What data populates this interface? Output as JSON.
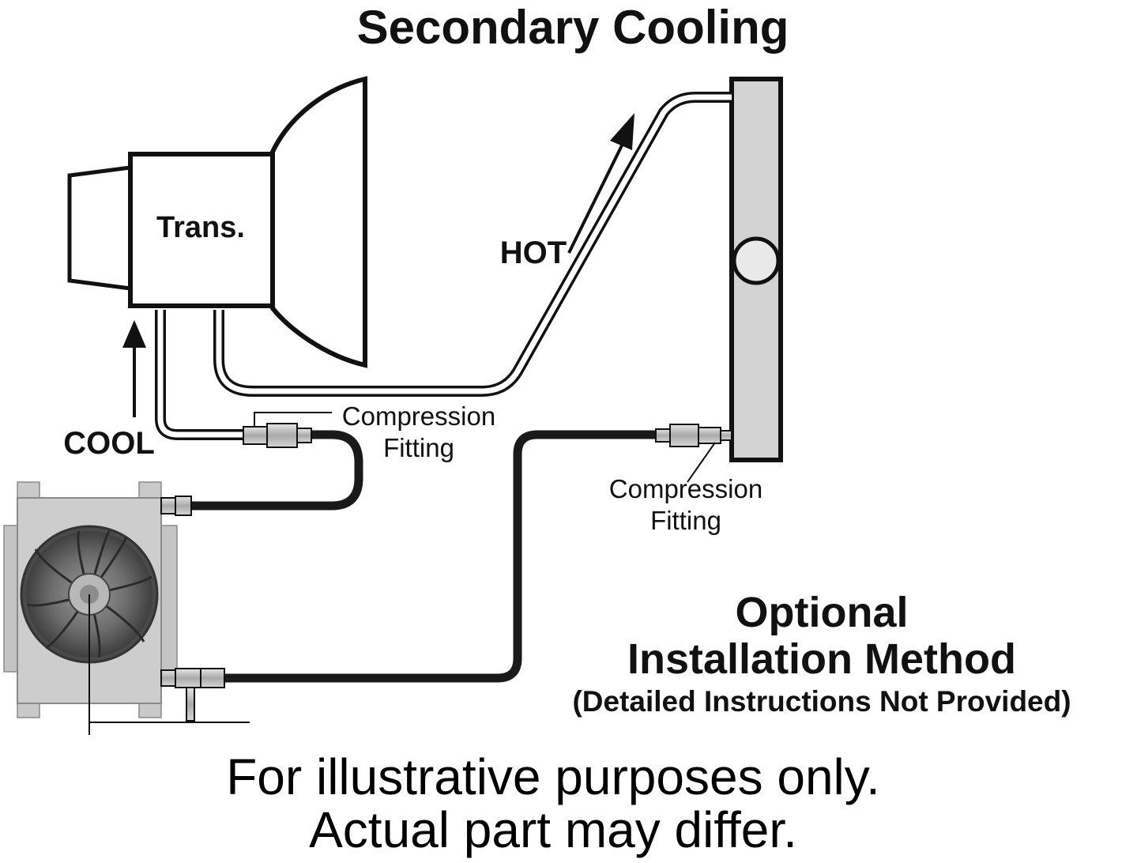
{
  "title": "Secondary Cooling",
  "labels": {
    "transmission": "Trans.",
    "hot": "HOT",
    "cool": "COOL",
    "fitting_top_line1": "Compression",
    "fitting_top_line2": "Fitting",
    "fitting_right_line1": "Compression",
    "fitting_right_line2": "Fitting"
  },
  "optional": {
    "line1": "Optional",
    "line2": "Installation Method",
    "line3": "(Detailed Instructions Not Provided)"
  },
  "footer": {
    "line1": "For illustrative purposes only.",
    "line2": "Actual part may differ."
  },
  "colors": {
    "line": "#111111",
    "hose": "#1a1a1a",
    "radiator_fill": "#d3d3d3",
    "cooler_fill": "#c9c9c9",
    "fitting_fill": "#bdbdbd"
  }
}
